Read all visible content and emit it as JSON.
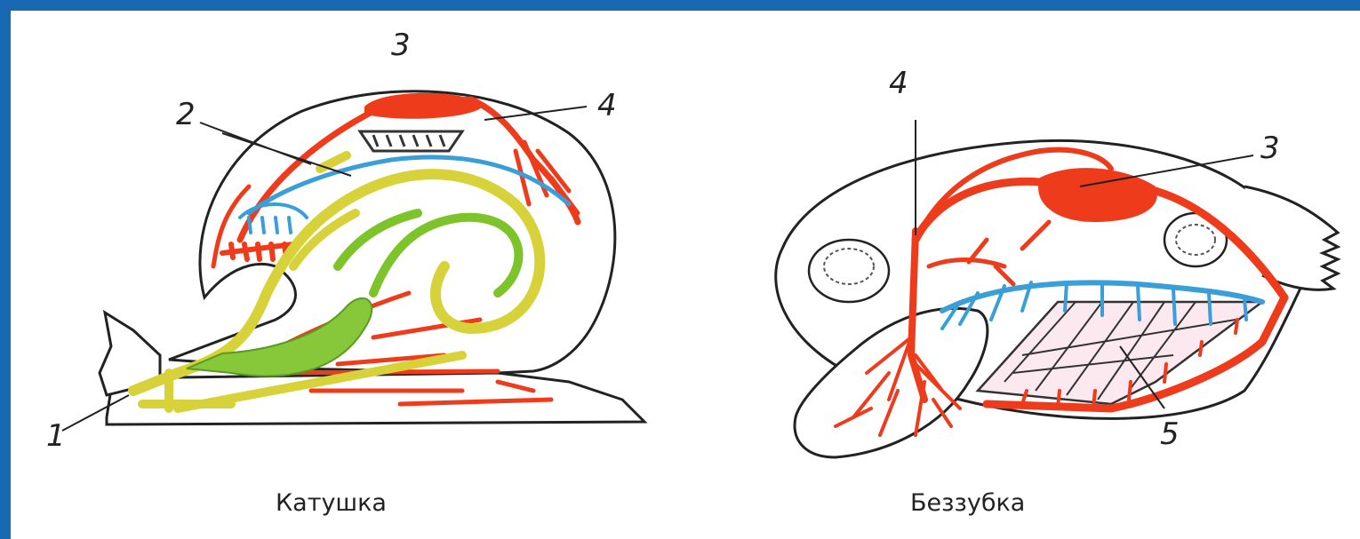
{
  "left_figure": {
    "caption": "Катушка",
    "labels": {
      "l1": "1",
      "l2": "2",
      "l3": "3",
      "l4": "4"
    }
  },
  "right_figure": {
    "caption": "Беззубка",
    "labels": {
      "l3": "3",
      "l4": "4",
      "l5": "5"
    }
  },
  "colors": {
    "frame": "#1769b3",
    "arterial": "#ee3b1c",
    "venous": "#3a9ed8",
    "digestive_yellow": "#d8d23a",
    "digestive_green": "#7cc42a"
  }
}
